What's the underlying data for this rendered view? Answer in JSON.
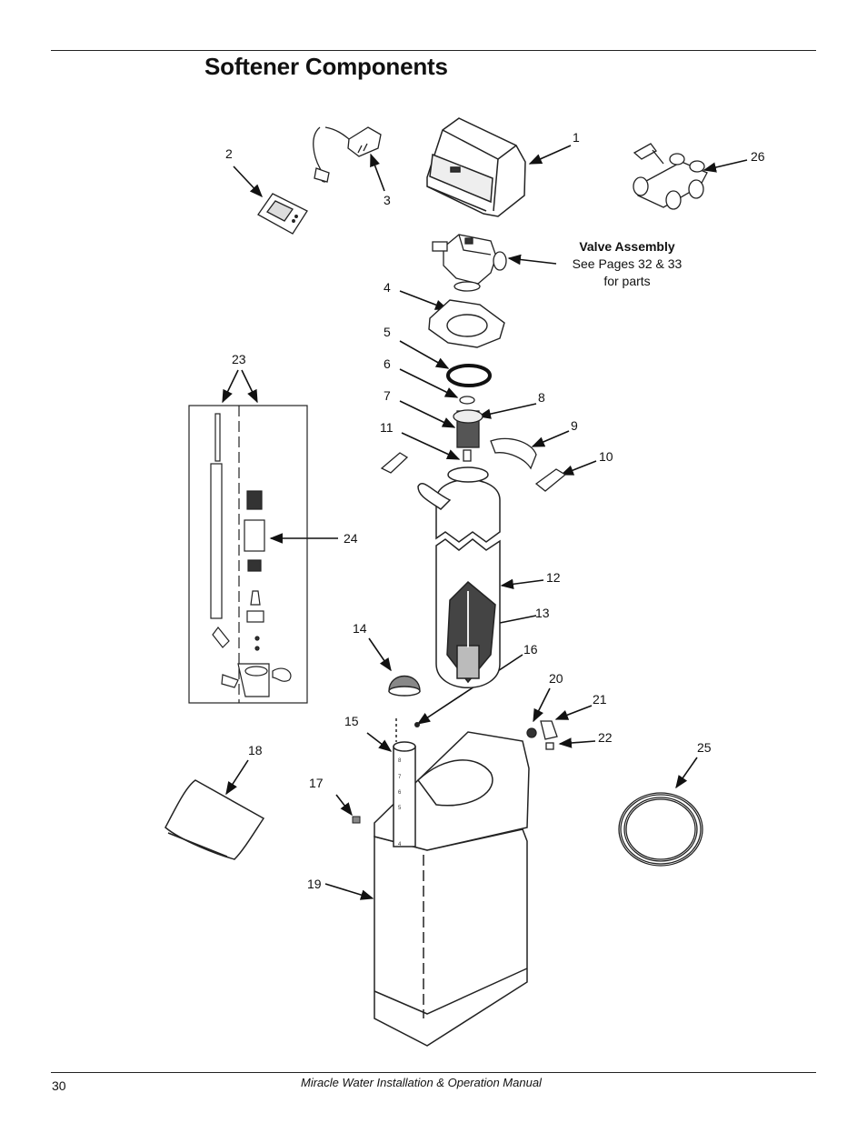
{
  "page": {
    "title": "Softener Components",
    "valve_note": {
      "heading": "Valve Assembly",
      "line1": "See Pages 32 & 33",
      "line2": "for parts"
    },
    "callouts": [
      "1",
      "2",
      "3",
      "4",
      "5",
      "6",
      "7",
      "8",
      "9",
      "10",
      "11",
      "12",
      "13",
      "14",
      "15",
      "16",
      "17",
      "18",
      "19",
      "20",
      "21",
      "22",
      "23",
      "24",
      "25",
      "26"
    ],
    "scale_marks": [
      "8",
      "7",
      "6",
      "5",
      "4"
    ],
    "footer": {
      "page_number": "30",
      "manual_title": "Miracle Water Installation & Operation Manual"
    }
  }
}
